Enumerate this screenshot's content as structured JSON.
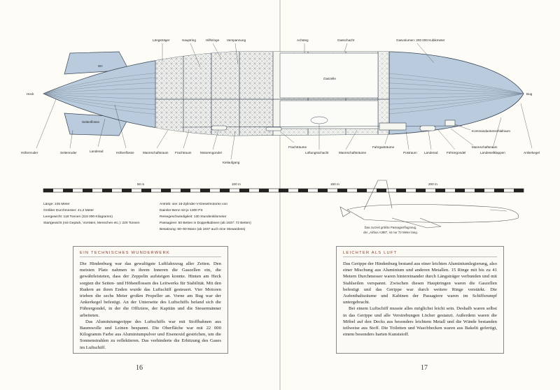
{
  "labels_top": {
    "laengstraeger": "Längsträger",
    "hauptring": "Hauptring",
    "hilfsringe": "Hilfsringe",
    "verspannung": "Verspannung",
    "achsteg": "Achsteg",
    "gasschacht": "Gasschacht",
    "gasvolumen": "Gasvolumen: 200 000 Kubikmeter"
  },
  "labels_side": {
    "heck": "Heck",
    "bug": "Bug",
    "seitenflosse": "Seitenflosse",
    "gaszelle": "Gaszelle"
  },
  "labels_bottom": {
    "hoehenruder": "Höhenruder",
    "seitenruder": "Seitenruder",
    "landerad_heck": "Landerad",
    "hoehenflosse": "Höhenflosse",
    "mannschaftsraum_1": "Mannschaftsraum",
    "frachtraum": "Frachtraum",
    "motorengondel": "Motorengondel",
    "kielaufgang": "Kielaufgang",
    "frachtraeume": "Frachträume",
    "lueftungsschacht": "Lüftungsschacht",
    "mannschaftsraeume": "Mannschaftsräume",
    "fahrgastraeume": "Fahrgasträume",
    "postraum": "Postraum",
    "landerad_bug": "Landerad",
    "fuehrergondel": "Führergondel",
    "mannschaftsraum_2": "Mannschaftsraum",
    "kommandantenschlafraum": "Kommandantenschlafraum",
    "landeseilklappen": "Landeseilklappen",
    "ankerkegel": "Ankerkegel"
  },
  "scale": {
    "marks": [
      "50 m",
      "100 m",
      "150 m",
      "200 m"
    ]
  },
  "specs_left": [
    "Länge: 245 Meter",
    "Größter Durchmesser: 41,2 Meter",
    "Leergewicht: 118 Tonnen (118 000 Kilogramm)",
    "Startgewicht (mit Gepäck, Vorräten, Menschen etc.): 220 Tonnen"
  ],
  "specs_right": [
    "Antrieb: vier 16-Zylinder-V-Dieselmotoren von",
    "Daimler-Benz mit je 1300 PS",
    "Reisegeschwindigkeit: 130 Stundenkilometer",
    "Passagiere: 50 Betten in Doppelkabinen (ab 1937: 72 Betten)",
    "Besatzung: 50–60 Mann (ab 1937 auch eine Stewardess)"
  ],
  "caption": {
    "line1": "Das zurzeit größte Passagierflugzeug,",
    "line2": "der „Airbus A380“, ist nur 73 Meter lang."
  },
  "box_left": {
    "heading": "EIN TECHNISCHES WUNDERWERK",
    "p1": "Die Hindenburg war das gewaltigste Luftfahrzeug aller Zeiten. Den meisten Platz nahmen in ihrem Inneren die Gaszellen ein, die gewährleisteten, dass der Zeppelin aufsteigen konnte. Hinten am Heck sorgten die Seiten- und Höhenflossen des Leitwerks für Stabilität. Mit den Rudern an ihren Enden wurde das Luftschiff gesteuert. Vier Motoren trieben die sechs Meter großen Propeller an. Vorne am Bug war der Ankerkegel befestigt. An der Unterseite des Luftschiffs befand sich die Führergondel, in der die Offiziere, der Kapitän und die Steuermänner arbeiteten.",
    "p2": "Das Aluminiumgerippe des Luftschiffs war mit Stoffbahnen aus Baumwolle und Leinen bespannt. Die Oberfläche war mit 22 000 Kilogramm Farbe aus Aluminiumpulver und Eisenoxid gestrichen, um die Sonnenstrahlen zu reflektieren. Das verhinderte die Erhitzung des Gases im Luftschiff."
  },
  "box_right": {
    "heading": "LEICHTER ALS LUFT",
    "p1": "Das Gerippe der Hindenburg bestand aus einer leichten Aluminiumlegierung, also einer Mischung aus Aluminium und anderen Metallen. 15 Ringe mit bis zu 41 Metern Durchmesser waren hintereinander durch Längsträger verbunden und mit Stahlseilen verspannt. Zwischen diesen Hauptringen waren die Gaszellen befestigt und das Gerippe war durch weitere Ringe verstärkt. Die Aufenthaltsräume und Kabinen der Passagiere waren im Schiffsrumpf untergebracht.",
    "p2": "Bei einem Luftschiff musste alles möglichst leicht sein. Deshalb waren selbst in das Gerippe und alle Verstrebungen Löcher gestanzt. Außerdem waren die Möbel auf den Decks aus besonders leichtem Metall und die Wände bestanden teilweise aus Stoff. Die Toiletten und Waschbecken waren aus Bakelit gefertigt, einem besonders harten Kunststoff."
  },
  "page_numbers": {
    "left": "16",
    "right": "17"
  },
  "colors": {
    "hull_blue": "#b9cbdc",
    "hull_stroke": "#3a4654",
    "heading_red": "#8a3b2a"
  }
}
